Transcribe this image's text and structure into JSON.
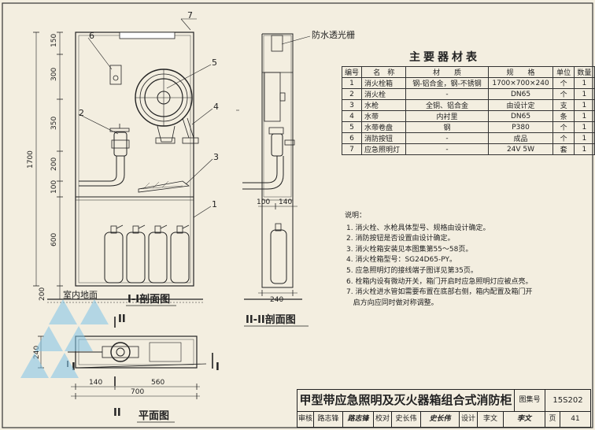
{
  "section_I": {
    "title": "I-I剖面图",
    "floor_label": "室内地面",
    "dims_v": [
      "150",
      "300",
      "350",
      "200",
      "100",
      "600",
      "200"
    ],
    "total_height": "1700",
    "callouts": [
      "1",
      "2",
      "3",
      "4",
      "5",
      "6",
      "7"
    ]
  },
  "section_II": {
    "title": "II-II剖面图",
    "callout_shade": "防水透光栅",
    "dims_top": [
      "100",
      "140"
    ],
    "dim_bottom": "240"
  },
  "plan": {
    "title": "平面图",
    "dim_depth": "240",
    "dims_bottom": [
      "140",
      "560"
    ],
    "dim_total": "700",
    "cut_marks": [
      "II",
      "II",
      "I",
      "I"
    ]
  },
  "materials": {
    "title": "主要器材表",
    "headers": [
      "编号",
      "名　称",
      "材　　质",
      "规　　格",
      "单位",
      "数量"
    ],
    "rows": [
      [
        "1",
        "消火栓箱",
        "钢-铝合金，钢-不锈钢",
        "1700×700×240",
        "个",
        "1"
      ],
      [
        "2",
        "消火栓",
        "-",
        "DN65",
        "个",
        "1"
      ],
      [
        "3",
        "水枪",
        "全铜、铝合金",
        "由设计定",
        "支",
        "1"
      ],
      [
        "4",
        "水带",
        "内衬里",
        "DN65",
        "条",
        "1"
      ],
      [
        "5",
        "水带卷盘",
        "钢",
        "P380",
        "个",
        "1"
      ],
      [
        "6",
        "消防按钮",
        "-",
        "成品",
        "个",
        "1"
      ],
      [
        "7",
        "应急照明灯",
        "-",
        "24V 5W",
        "套",
        "1"
      ]
    ]
  },
  "notes": {
    "heading": "说明：",
    "items": [
      "1. 消火栓、水枪具体型号、规格由设计确定。",
      "2. 消防按钮是否设置由设计确定。",
      "3. 消火栓箱安装见本图集第55～58页。",
      "4. 消火栓箱型号：SG24D65-PY。",
      "5. 应急照明灯的接线端子图详见第35页。",
      "6. 栓箱内设有微动开关，箱门开启时应急照明灯应被点亮。",
      "7. 消火栓进水管如需要布置在底部右侧，箱内配置及箱门开",
      "   启方向应同时做对称调整。"
    ]
  },
  "title_block": {
    "title": "甲型带应急照明及灭火器箱组合式消防柜",
    "atlas_label": "图集号",
    "atlas_no": "15S202",
    "row": [
      "审核",
      "路志锋",
      "路志锋",
      "校对",
      "史长伟",
      "史长伟",
      "设计",
      "李文",
      "李文",
      "页",
      "41"
    ]
  },
  "colors": {
    "ink": "#222222",
    "paper": "#f3eee0",
    "watermark": "#7fc4e8"
  }
}
